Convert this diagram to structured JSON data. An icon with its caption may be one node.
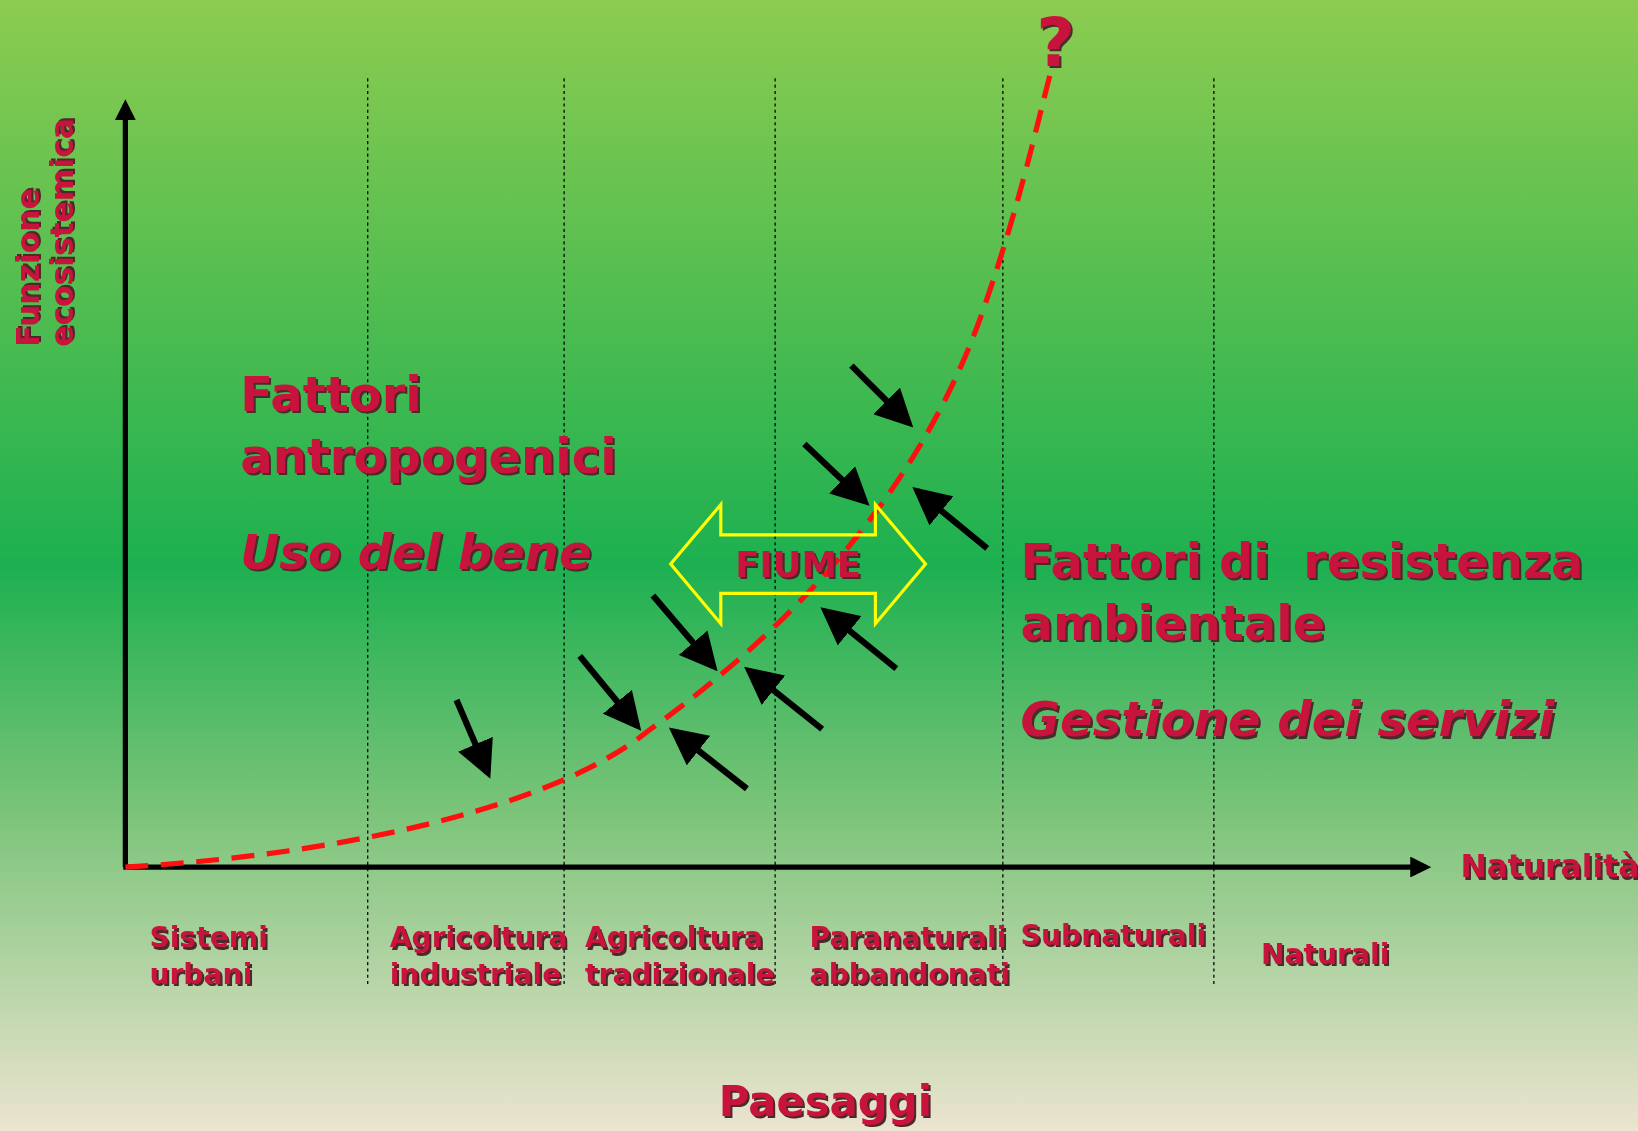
{
  "diagram": {
    "nodes": [
      {
        "text": [
          "FIUME"
        ]
      }
    ],
    "labels": [
      "?",
      "Funzione ecosistemica",
      "Fattori antropogenici",
      "Uso del bene",
      "Fattori di  resistenza ambientale",
      "Gestione dei servizi",
      "Naturalità",
      "Sistemi urbani",
      "Agricoltura industriale",
      "Agricoltura tradizionale",
      "Paranaturali abbandonati",
      "Subnaturali",
      "Naturali",
      "Paesaggi"
    ]
  }
}
